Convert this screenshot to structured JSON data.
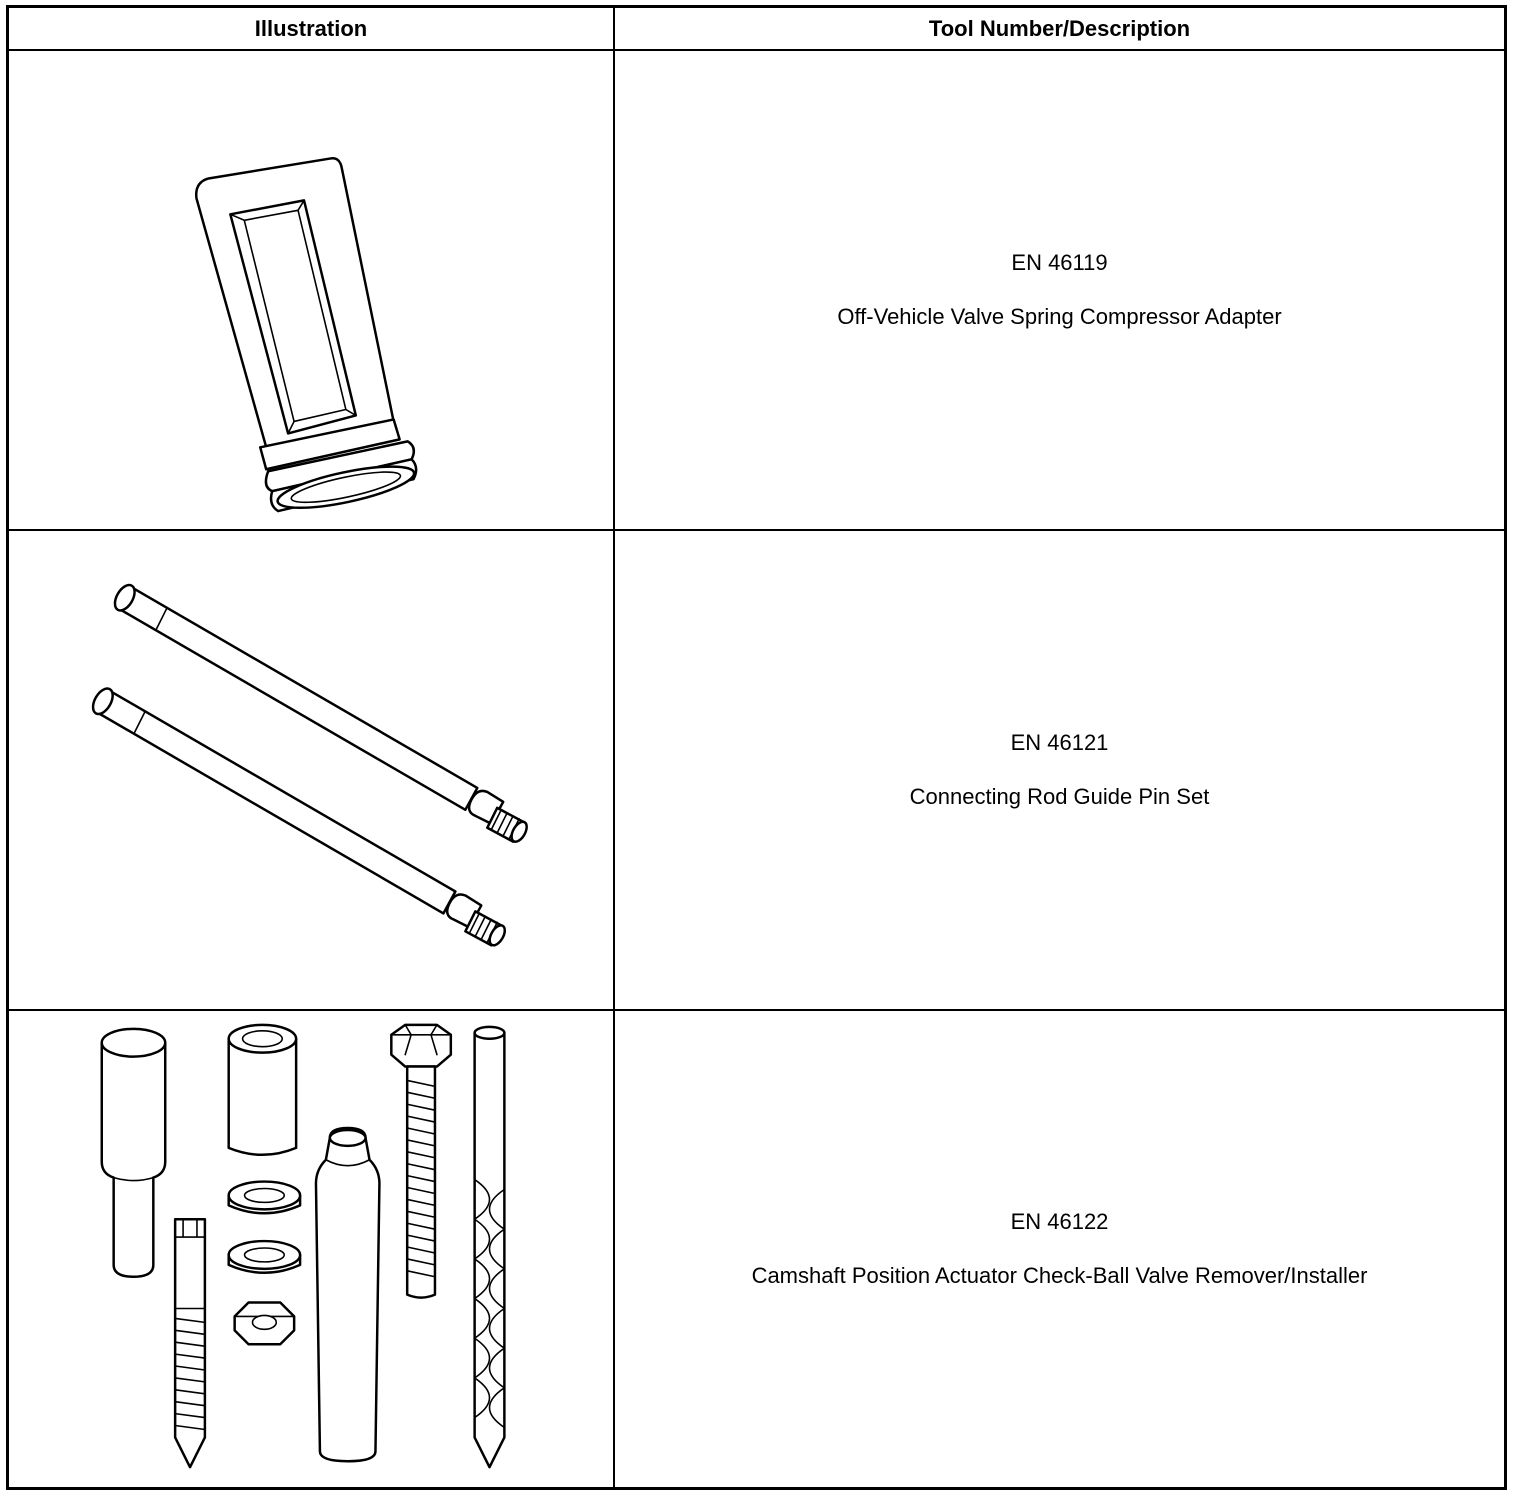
{
  "table": {
    "headers": {
      "illustration": "Illustration",
      "tool": "Tool Number/Description"
    },
    "rows": [
      {
        "tool_number": "EN 46119",
        "description": "Off-Vehicle Valve Spring Compressor Adapter",
        "illustration_icon": "valve-spring-compressor-adapter-icon"
      },
      {
        "tool_number": "EN 46121",
        "description": "Connecting Rod Guide Pin Set",
        "illustration_icon": "connecting-rod-guide-pin-set-icon"
      },
      {
        "tool_number": "EN 46122",
        "description": "Camshaft Position Actuator Check-Ball Valve Remover/Installer",
        "illustration_icon": "check-ball-valve-remover-installer-kit-icon"
      }
    ]
  }
}
